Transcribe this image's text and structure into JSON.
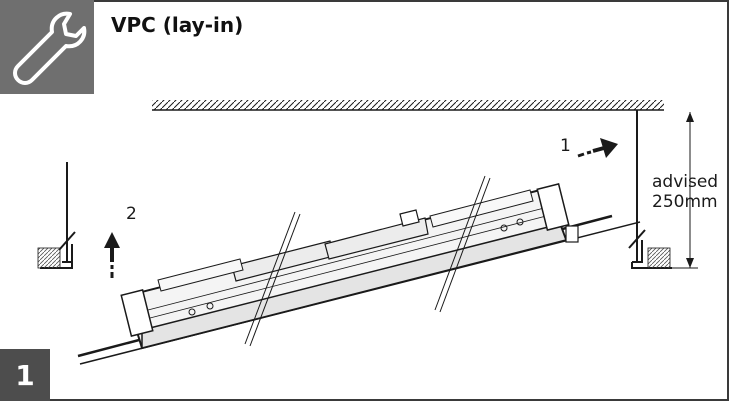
{
  "header": {
    "title": "VPC (lay-in)",
    "step_number": "1",
    "tool_icon": "wrench-icon"
  },
  "labels": {
    "arrow_1": "1",
    "arrow_2": "2",
    "distance_line1": "advised",
    "distance_line2": "250mm"
  },
  "colors": {
    "header_gray": "#6f6f6f",
    "step_gray": "#4d4d4d",
    "line": "#1a1a1a",
    "hatch": "#8a8a8a"
  }
}
